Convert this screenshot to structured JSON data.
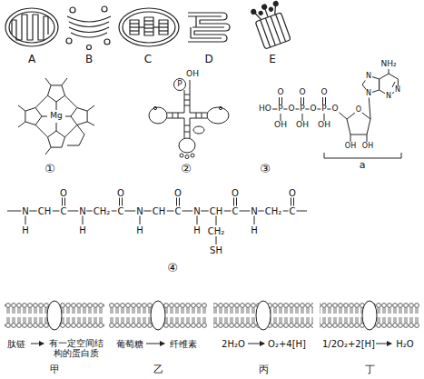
{
  "diagram": {
    "labels": [
      "A",
      "B",
      "C",
      "D",
      "E",
      "Mg",
      "①",
      "OH",
      "P",
      "②",
      "NH₂",
      "N",
      "N",
      "N",
      "N",
      "HO",
      "P",
      "O",
      "P",
      "O",
      "P",
      "O",
      "O",
      "O",
      "O",
      "OH",
      "OH",
      "OH",
      "O",
      "OH",
      "OH",
      "a",
      "③",
      "N",
      "CH",
      "C",
      "N",
      "CH₂",
      "C",
      "N",
      "CH",
      "C",
      "N",
      "CH",
      "C",
      "N",
      "CH₂",
      "C",
      "O",
      "O",
      "O",
      "O",
      "O",
      "H",
      "H",
      "H",
      "H",
      "H",
      "CH₂",
      "SH",
      "④",
      "肽链",
      "有一定空间结 构的蛋白质",
      "甲",
      "葡萄糖",
      "纤维素",
      "乙",
      "2H₂O",
      "O₂+4[H]",
      "丙",
      "1/2O₂+2[H]",
      "H₂O",
      "丁"
    ]
  }
}
